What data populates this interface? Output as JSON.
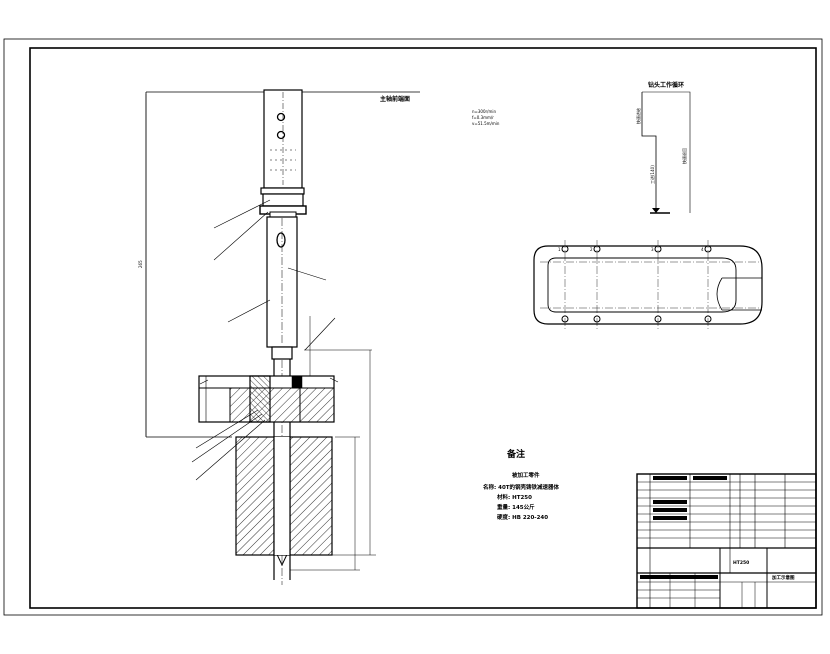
{
  "main_view": {
    "spindle_label": "主轴前端面",
    "dimension_total": "265"
  },
  "cutting_params": {
    "lines": [
      "n=300r/min",
      "f=0.3mm/r",
      "v=51.5m/min"
    ]
  },
  "tool_detail": {
    "title": "钻头工作循环",
    "fast_feed_label": "快速进给",
    "work_feed_label": "工进(140)",
    "fast_return_label": "快速退回"
  },
  "part_view": {
    "hole_labels": [
      "1",
      "2",
      "3",
      "4"
    ]
  },
  "notes": {
    "title": "备注",
    "subtitle": "被加工零件",
    "lines": [
      "名称: 40T的钢壳铸铁减速器体",
      "材料: HT250",
      "重量: 145公斤",
      "硬度: HB 220-240"
    ]
  },
  "title_block": {
    "material": "HT250",
    "drawing_name": "加工示意图"
  }
}
